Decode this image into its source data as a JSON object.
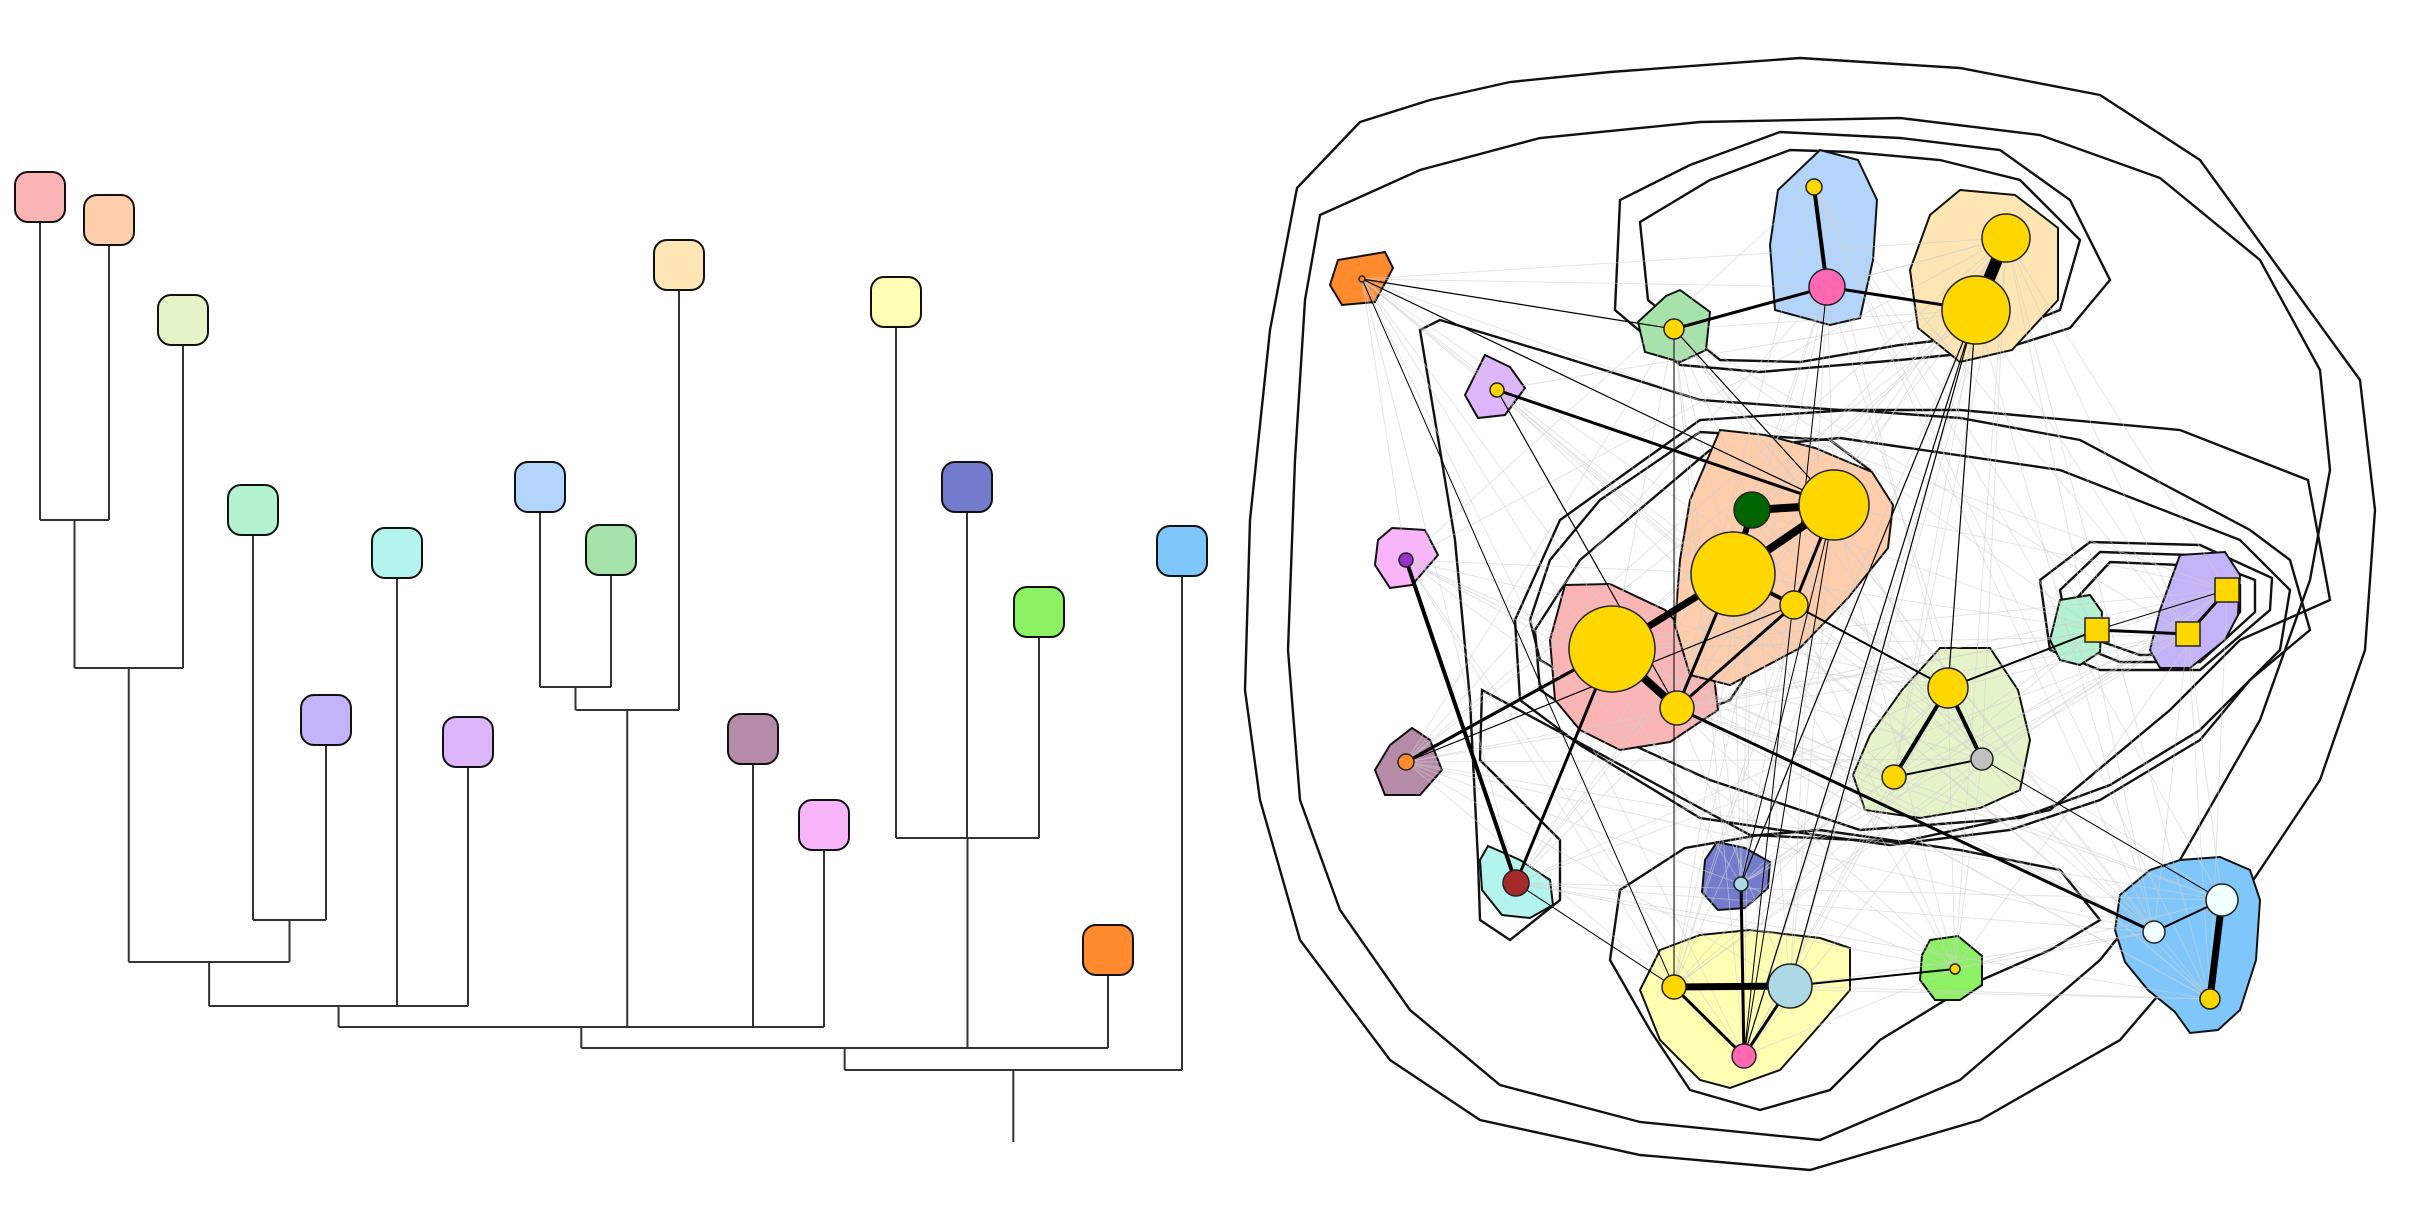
{
  "clusters": [
    {
      "id": "c1",
      "color": "#fbb4b4"
    },
    {
      "id": "c2",
      "color": "#fdcdac"
    },
    {
      "id": "c3",
      "color": "#e6f5c9"
    },
    {
      "id": "c4",
      "color": "#b3f3d1"
    },
    {
      "id": "c5",
      "color": "#c5b3f9"
    },
    {
      "id": "c6",
      "color": "#b3f5ec"
    },
    {
      "id": "c7",
      "color": "#ddb5fb"
    },
    {
      "id": "c8",
      "color": "#b3d4fb"
    },
    {
      "id": "c9",
      "color": "#a6e3ab"
    },
    {
      "id": "c10",
      "color": "#fde6b4"
    },
    {
      "id": "c11",
      "color": "#b68ba8"
    },
    {
      "id": "c12",
      "color": "#f9b5f9"
    },
    {
      "id": "c13",
      "color": "#ffffb3"
    },
    {
      "id": "c14",
      "color": "#737bcd"
    },
    {
      "id": "c15",
      "color": "#8cf264"
    },
    {
      "id": "c16",
      "color": "#ff8b2e"
    },
    {
      "id": "c17",
      "color": "#7fc7fb"
    }
  ],
  "hierarchy_tree": {
    "internal_nodes": [
      {
        "id": "t1",
        "children": [
          "c1",
          "c2"
        ]
      },
      {
        "id": "t2",
        "children": [
          "t1",
          "c3"
        ]
      },
      {
        "id": "t3",
        "children": [
          "c4",
          "c5"
        ]
      },
      {
        "id": "t4",
        "children": [
          "t2",
          "t3"
        ]
      },
      {
        "id": "t5",
        "children": [
          "t4",
          "c6",
          "c7"
        ]
      },
      {
        "id": "t6",
        "children": [
          "c8",
          "c9"
        ]
      },
      {
        "id": "t7",
        "children": [
          "t6",
          "c10"
        ]
      },
      {
        "id": "t8",
        "children": [
          "t5",
          "t7",
          "c11",
          "c12"
        ]
      },
      {
        "id": "t9",
        "children": [
          "c13",
          "c14",
          "c15"
        ]
      },
      {
        "id": "t10",
        "children": [
          "t8",
          "t9",
          "c16"
        ]
      },
      {
        "id": "t11",
        "children": [
          "t10",
          "c17"
        ]
      }
    ],
    "root": "t11"
  },
  "network": {
    "nodes": [
      {
        "id": "n1",
        "cluster": "c16",
        "color": "#ff8b2e",
        "shape": "circle"
      },
      {
        "id": "n2",
        "cluster": "c9",
        "color": "#ffd700",
        "shape": "circle"
      },
      {
        "id": "n3",
        "cluster": "c8",
        "color": "#ffd700",
        "shape": "circle"
      },
      {
        "id": "n4",
        "cluster": "c8",
        "color": "#ff69b4",
        "shape": "circle"
      },
      {
        "id": "n5",
        "cluster": "c10",
        "color": "#ffd700",
        "shape": "circle"
      },
      {
        "id": "n6",
        "cluster": "c10",
        "color": "#ffd700",
        "shape": "circle"
      },
      {
        "id": "n7",
        "cluster": "c7",
        "color": "#ffd700",
        "shape": "circle"
      },
      {
        "id": "n8",
        "cluster": "c12",
        "color": "#9932cc",
        "shape": "circle"
      },
      {
        "id": "n9",
        "cluster": "c11",
        "color": "#ff8b2e",
        "shape": "circle"
      },
      {
        "id": "n10",
        "cluster": "c2",
        "color": "#006400",
        "shape": "circle"
      },
      {
        "id": "n11",
        "cluster": "c2",
        "color": "#ffd700",
        "shape": "circle"
      },
      {
        "id": "n12",
        "cluster": "c2",
        "color": "#ffd700",
        "shape": "circle"
      },
      {
        "id": "n13",
        "cluster": "c2",
        "color": "#ffd700",
        "shape": "circle"
      },
      {
        "id": "n14",
        "cluster": "c1",
        "color": "#ffd700",
        "shape": "circle"
      },
      {
        "id": "n15",
        "cluster": "c1",
        "color": "#ffd700",
        "shape": "circle"
      },
      {
        "id": "n16",
        "cluster": "c4",
        "color": "#ffd700",
        "shape": "square"
      },
      {
        "id": "n17",
        "cluster": "c5",
        "color": "#ffd700",
        "shape": "square"
      },
      {
        "id": "n18",
        "cluster": "c5",
        "color": "#ffd700",
        "shape": "square"
      },
      {
        "id": "n19",
        "cluster": "c3",
        "color": "#ffd700",
        "shape": "circle"
      },
      {
        "id": "n20",
        "cluster": "c3",
        "color": "#ffd700",
        "shape": "circle"
      },
      {
        "id": "n21",
        "cluster": "c3",
        "color": "#c0c0c0",
        "shape": "circle"
      },
      {
        "id": "n22",
        "cluster": "c6",
        "color": "#a52a2a",
        "shape": "circle"
      },
      {
        "id": "n23",
        "cluster": "c14",
        "color": "#add8e6",
        "shape": "circle"
      },
      {
        "id": "n24",
        "cluster": "c13",
        "color": "#ffd700",
        "shape": "circle"
      },
      {
        "id": "n25",
        "cluster": "c13",
        "color": "#add8e6",
        "shape": "circle"
      },
      {
        "id": "n26",
        "cluster": "c13",
        "color": "#ff69b4",
        "shape": "circle"
      },
      {
        "id": "n27",
        "cluster": "c15",
        "color": "#ffd700",
        "shape": "circle"
      },
      {
        "id": "n28",
        "cluster": "c17",
        "color": "#f0ffff",
        "shape": "circle"
      },
      {
        "id": "n29",
        "cluster": "c17",
        "color": "#f0ffff",
        "shape": "circle"
      },
      {
        "id": "n30",
        "cluster": "c17",
        "color": "#ffd700",
        "shape": "circle"
      }
    ]
  }
}
